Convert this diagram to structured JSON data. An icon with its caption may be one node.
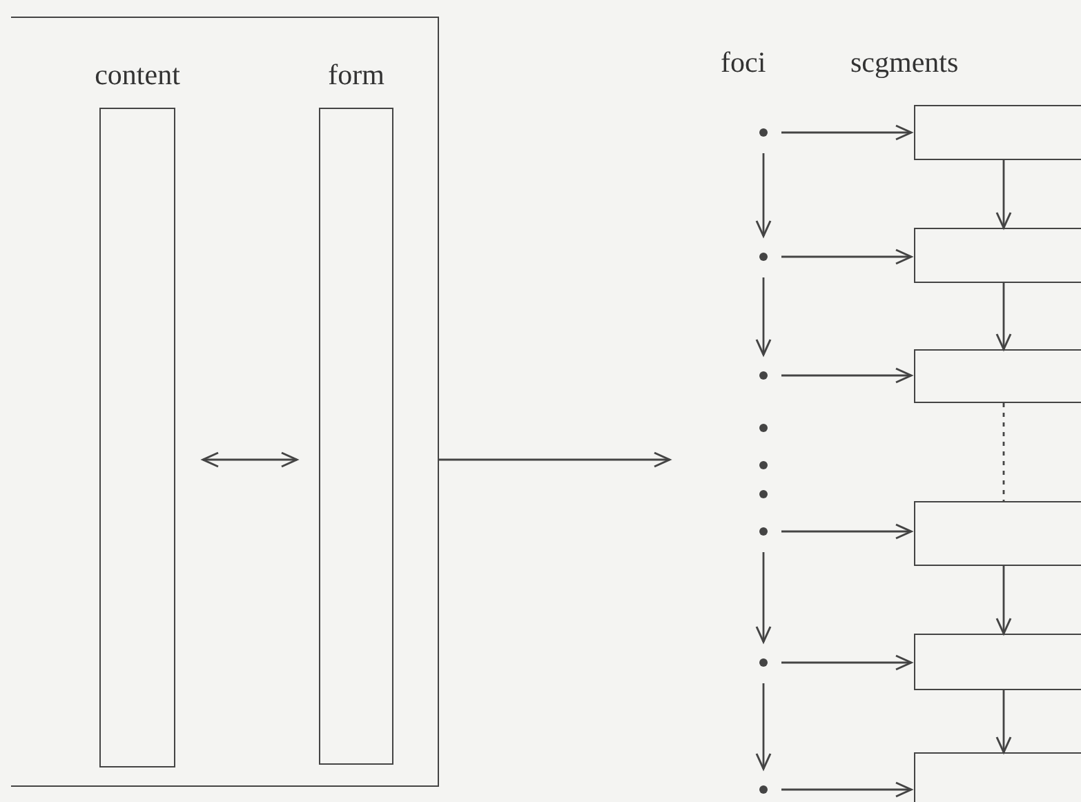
{
  "diagram": {
    "nodes": [
      {
        "text": [],
        "shape": "bracket"
      },
      {
        "text": [
          "content"
        ],
        "in": 0
      },
      {
        "text": [
          "form"
        ],
        "in": 0
      },
      {
        "text": [],
        "shape": "circle"
      },
      {
        "text": [],
        "shape": "circle"
      },
      {
        "text": [],
        "shape": "circle"
      },
      {
        "text": [],
        "shape": "circle"
      },
      {
        "text": [],
        "shape": "circle"
      },
      {
        "text": [],
        "shape": "circle"
      },
      {
        "text": [],
        "shape": "circle"
      },
      {
        "text": [],
        "shape": "circle"
      },
      {
        "text": [],
        "shape": "circle"
      },
      {
        "text": [],
        "shape": "box"
      },
      {
        "text": [],
        "shape": "box"
      },
      {
        "text": [],
        "shape": "box"
      },
      {
        "text": [],
        "shape": "box"
      },
      {
        "text": [],
        "shape": "box"
      },
      {
        "text": [],
        "shape": "box"
      }
    ],
    "edges": [
      {
        "from": 1,
        "to": 2,
        "arrow": "both"
      },
      {
        "from": 0,
        "to": null,
        "arrow": "to"
      },
      {
        "from": 3,
        "to": 4,
        "arrow": "to"
      },
      {
        "from": 4,
        "to": 5,
        "arrow": "to"
      },
      {
        "from": 9,
        "to": 10,
        "arrow": "to"
      },
      {
        "from": 10,
        "to": 11,
        "arrow": "to"
      },
      {
        "from": 3,
        "to": 12,
        "arrow": "to"
      },
      {
        "from": 4,
        "to": 13,
        "arrow": "to"
      },
      {
        "from": 5,
        "to": 14,
        "arrow": "to"
      },
      {
        "from": 9,
        "to": 15,
        "arrow": "to"
      },
      {
        "from": 10,
        "to": 16,
        "arrow": "to"
      },
      {
        "from": 11,
        "to": 17,
        "arrow": "to"
      },
      {
        "from": 12,
        "to": 13,
        "arrow": "to"
      },
      {
        "from": 13,
        "to": 14,
        "arrow": "to"
      },
      {
        "from": 14,
        "to": 15,
        "arrow": "none",
        "style": "dashed"
      },
      {
        "from": 15,
        "to": 16,
        "arrow": "to"
      },
      {
        "from": 16,
        "to": 17,
        "arrow": "to"
      }
    ],
    "labels": [
      "foci",
      "scgments"
    ]
  }
}
